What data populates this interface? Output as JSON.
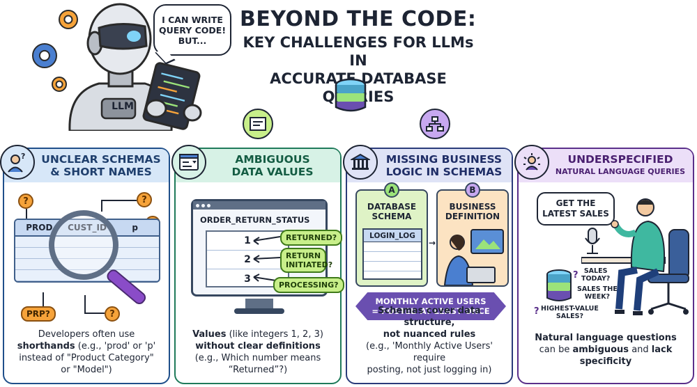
{
  "speech": {
    "lines": [
      "I CAN WRITE",
      "QUERY CODE!",
      "BUT..."
    ]
  },
  "robot": {
    "chest_label": "LLM"
  },
  "title": {
    "main": "BEYOND THE CODE:",
    "sub_line1": "KEY CHALLENGES FOR LLMs IN",
    "sub_line2": "ACCURATE DATABASE QUERIES"
  },
  "panels": [
    {
      "banner_line1": "UNCLEAR SCHEMAS",
      "banner_line2": "& SHORT NAMES",
      "icon": "person-question-icon",
      "columns": [
        "PROD",
        "CUST_ID",
        "p"
      ],
      "tag": "PRP?",
      "desc_1": "Developers often use",
      "desc_2_bold": "shorthands",
      "desc_2_rest": " (e.g., 'prod' or 'p'",
      "desc_3": "instead of \"Product Category\"",
      "desc_4": "or \"Model\")"
    },
    {
      "banner_line1": "AMBIGUOUS",
      "banner_line2": "DATA VALUES",
      "icon": "form-icon",
      "status_title": "ORDER_RETURN_STATUS",
      "values": [
        "1",
        "2",
        "3"
      ],
      "tags": [
        "RETURNED?",
        "RETURN INITIATED?",
        "PROCESSING?"
      ],
      "desc_1_bold": "Values",
      "desc_1_rest": " (like integers 1, 2, 3)",
      "desc_2_bold": "without clear definitions",
      "desc_3": "(e.g., Which number means",
      "desc_4": "“Returned”?)"
    },
    {
      "banner_line1": "MISSING BUSINESS",
      "banner_line2": "LOGIC IN SCHEMAS",
      "icon": "bank-building-icon",
      "card_a_letter": "A",
      "card_a_title_1": "DATABASE",
      "card_a_title_2": "SCHEMA",
      "card_a_table": "LOGIN_LOG",
      "card_b_letter": "B",
      "card_b_title_1": "BUSINESS",
      "card_b_title_2": "DEFINITION",
      "banner_mau_1": "MONTHLY ACTIVE USERS",
      "banner_mau_2": "= POSTED AT LEAST ONCE",
      "desc_1_bold": "Schemas cover data structure,",
      "desc_2_bold": "not nuanced rules",
      "desc_3": "(e.g., 'Monthly Active Users' require",
      "desc_4": "posting, not just logging in)"
    },
    {
      "banner_line1": "UNDERSPECIFIED",
      "banner_line2": "NATURAL LANGUAGE QUERIES",
      "icon": "network-head-icon",
      "ask_line1": "GET THE",
      "ask_line2": "LATEST SALES",
      "q1_line1": "SALES",
      "q1_line2": "TODAY?",
      "q2_line1": "SALES THE",
      "q2_line2": "WEEK?",
      "q3_line1": "HIGHEST-VALUE",
      "q3_line2": "SALES?",
      "desc_1_bold": "Natural language questions",
      "desc_2": "can be ",
      "desc_2_bold": "ambiguous",
      "desc_2_rest": " and ",
      "desc_2_bold2": "lack",
      "desc_3_bold": "specificity"
    }
  ],
  "colors": {
    "panel1": "#1f4f8a",
    "panel2": "#1f7a5a",
    "panel3": "#2a3b7a",
    "panel4": "#5a2f8a",
    "accent_orange": "#f6a33a",
    "accent_green": "#c8ef8a"
  }
}
